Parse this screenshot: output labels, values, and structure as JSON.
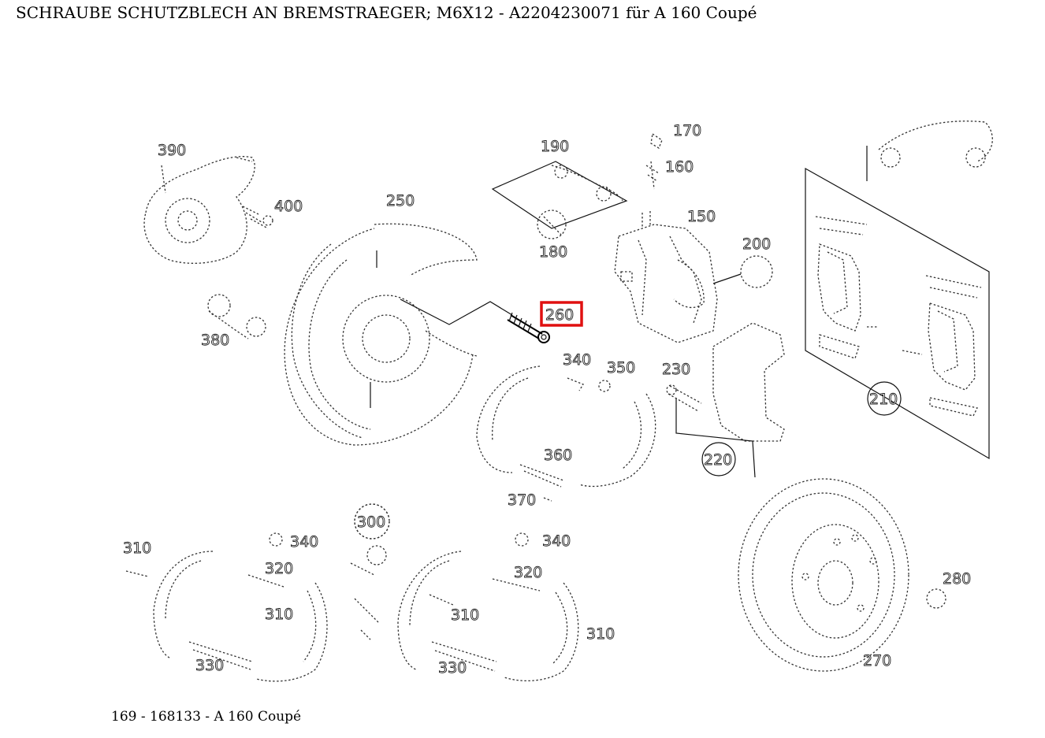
{
  "page": {
    "title": "SCHRAUBE SCHUTZBLECH AN BREMSTRAEGER; M6X12 - A2204230071 für A 160 Coupé",
    "caption": "169 - 168133 - A 160 Coupé"
  },
  "diagram": {
    "highlighted_part": "260",
    "highlight_color": "#e01010",
    "callouts": [
      {
        "id": "c390",
        "text": "390"
      },
      {
        "id": "c400",
        "text": "400"
      },
      {
        "id": "c380",
        "text": "380"
      },
      {
        "id": "c250",
        "text": "250"
      },
      {
        "id": "c190",
        "text": "190"
      },
      {
        "id": "c180",
        "text": "180"
      },
      {
        "id": "c170",
        "text": "170"
      },
      {
        "id": "c160",
        "text": "160"
      },
      {
        "id": "c150",
        "text": "150"
      },
      {
        "id": "c200",
        "text": "200"
      },
      {
        "id": "c260",
        "text": "260"
      },
      {
        "id": "c340a",
        "text": "340"
      },
      {
        "id": "c350",
        "text": "350"
      },
      {
        "id": "c230",
        "text": "230"
      },
      {
        "id": "c210",
        "text": "210"
      },
      {
        "id": "c220",
        "text": "220"
      },
      {
        "id": "c360",
        "text": "360"
      },
      {
        "id": "c370",
        "text": "370"
      },
      {
        "id": "c300",
        "text": "300"
      },
      {
        "id": "c310a",
        "text": "310"
      },
      {
        "id": "c340b",
        "text": "340"
      },
      {
        "id": "c320a",
        "text": "320"
      },
      {
        "id": "c310b",
        "text": "310"
      },
      {
        "id": "c330a",
        "text": "330"
      },
      {
        "id": "c340c",
        "text": "340"
      },
      {
        "id": "c320b",
        "text": "320"
      },
      {
        "id": "c310c",
        "text": "310"
      },
      {
        "id": "c310d",
        "text": "310"
      },
      {
        "id": "c330b",
        "text": "330"
      },
      {
        "id": "c280",
        "text": "280"
      },
      {
        "id": "c270",
        "text": "270"
      }
    ]
  }
}
